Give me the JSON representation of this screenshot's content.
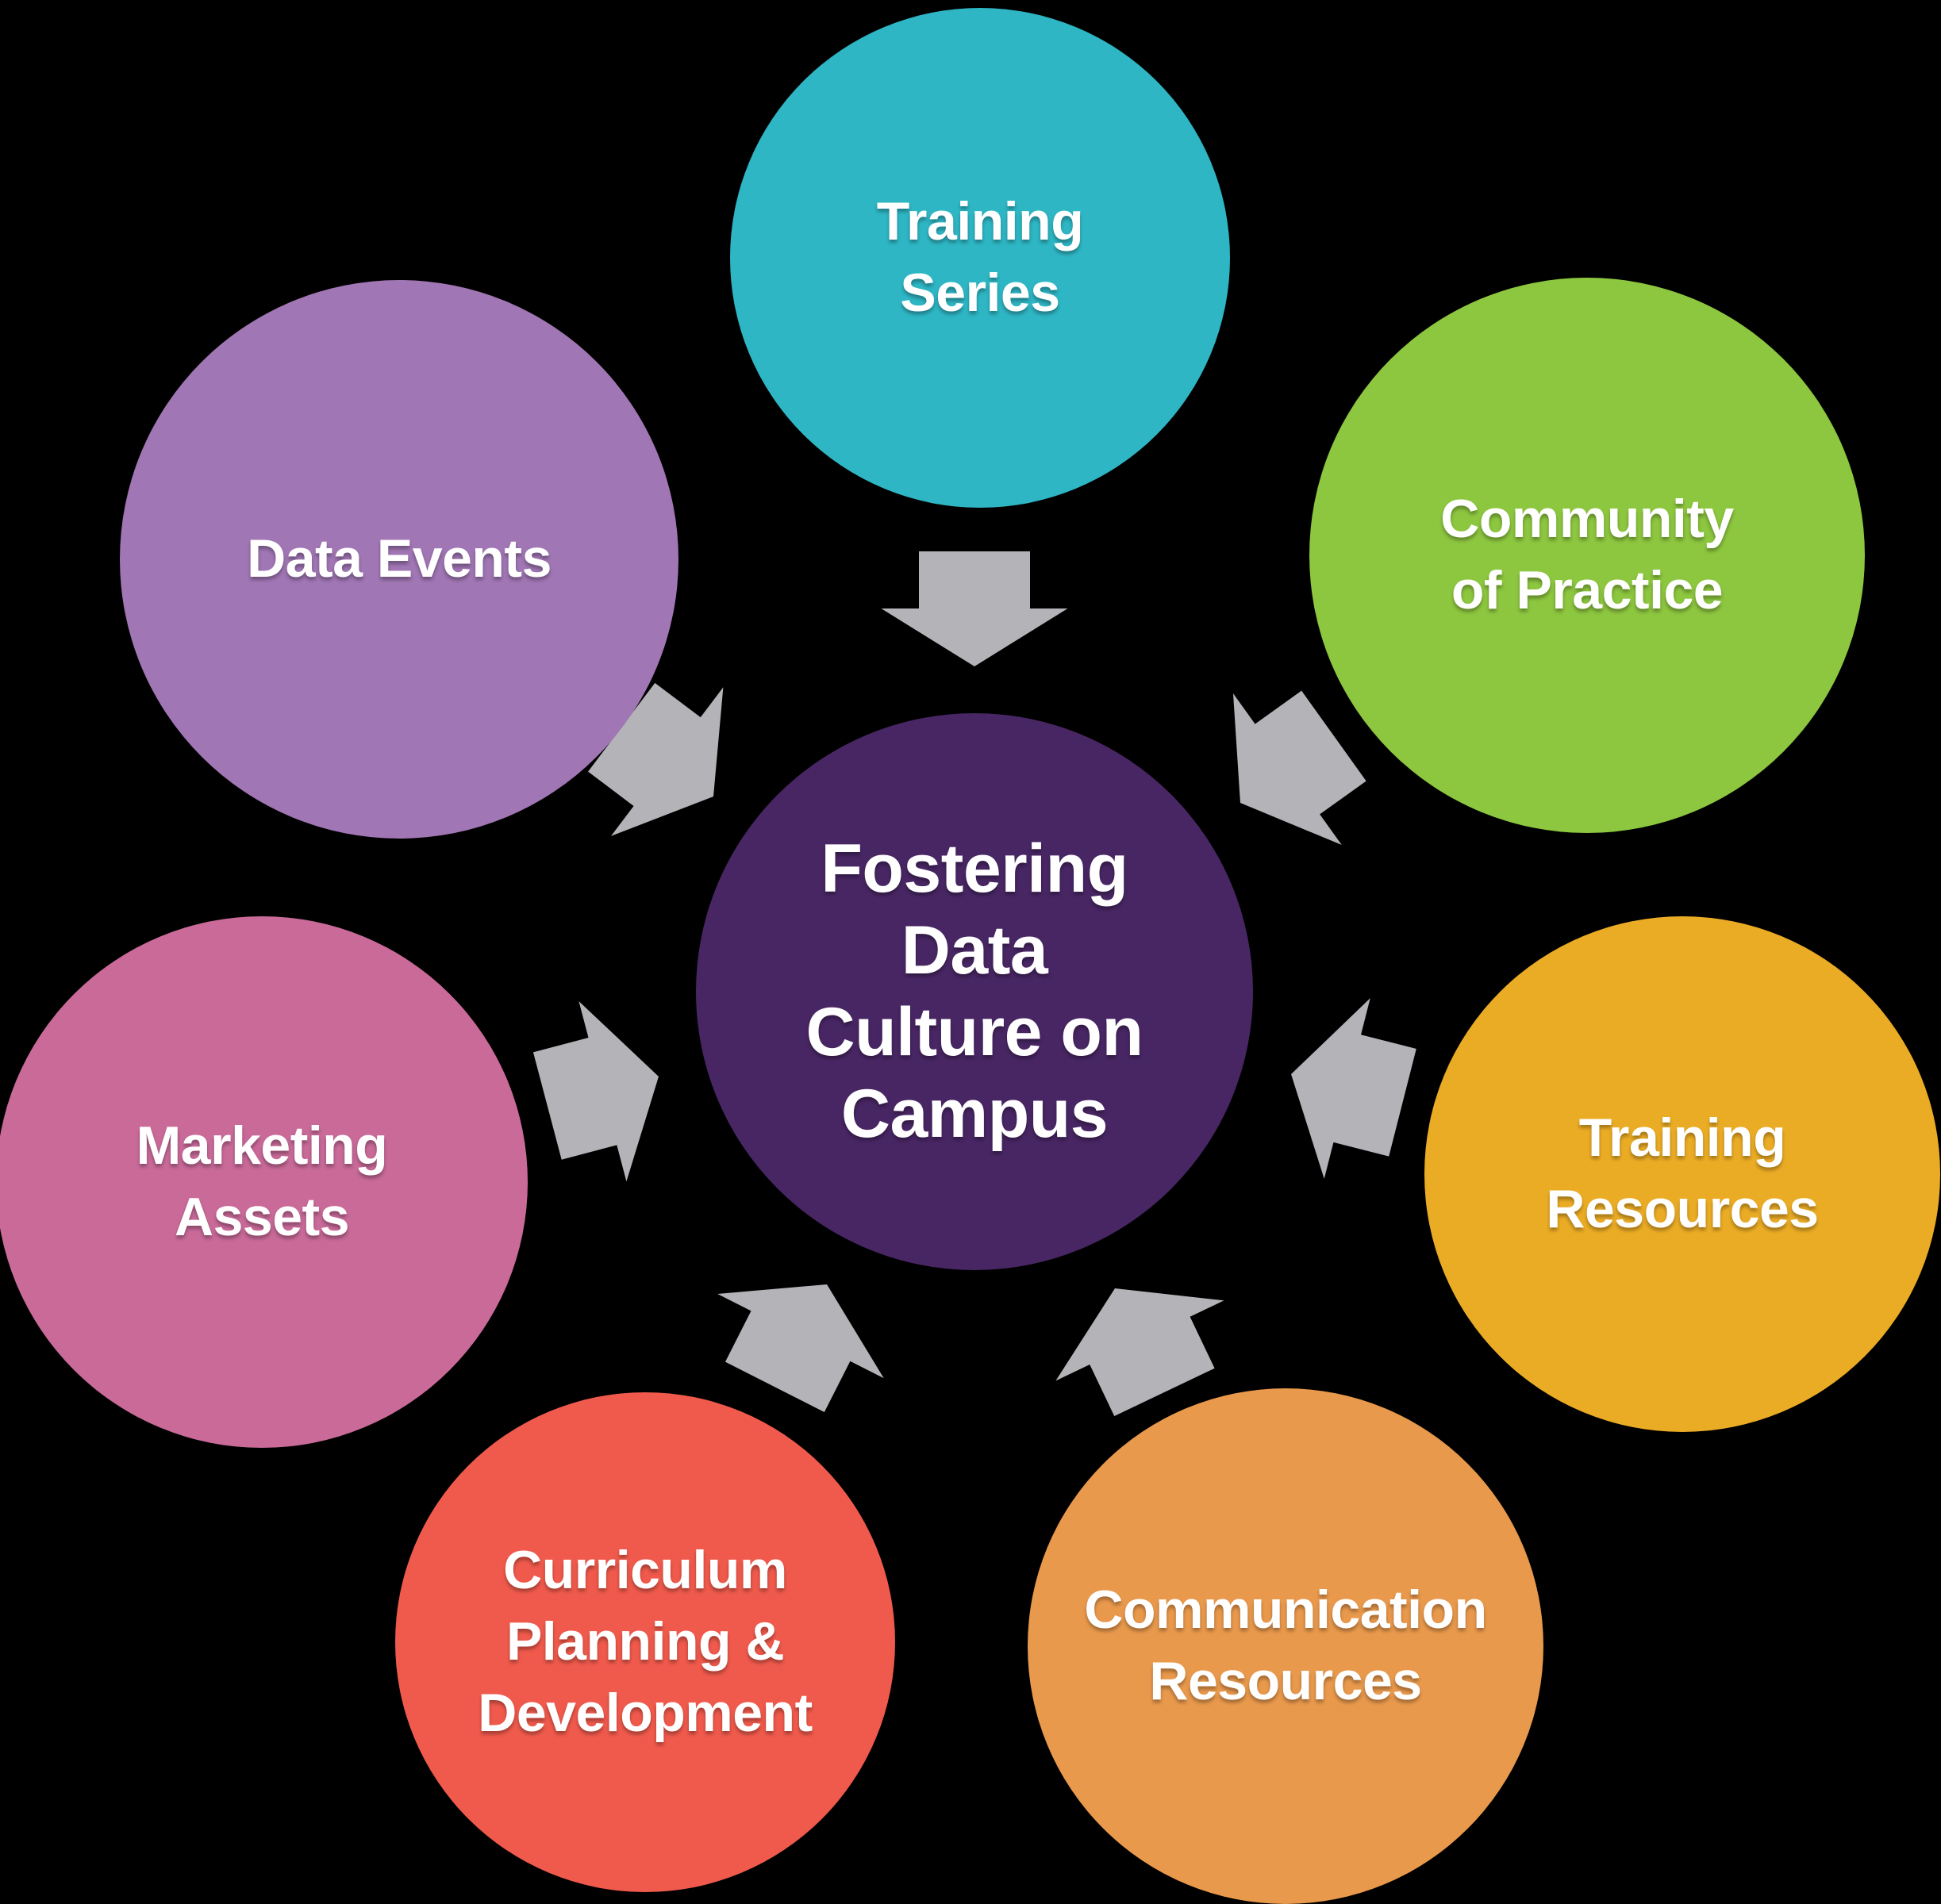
{
  "diagram": {
    "background_color": "#000000",
    "arrow_color": "#B4B3B8",
    "text_color": "#FFFFFF",
    "center": {
      "label": "Fostering\nData\nCulture on\nCampus",
      "color": "#482664"
    },
    "nodes": [
      {
        "id": "training-series",
        "label": "Training\nSeries",
        "color": "#2EB6C4"
      },
      {
        "id": "community-of-practice",
        "label": "Community\nof Practice",
        "color": "#8DC63F"
      },
      {
        "id": "training-resources",
        "label": "Training\nResources",
        "color": "#EBAC25"
      },
      {
        "id": "communication-resources",
        "label": "Communication\nResources",
        "color": "#E9994C"
      },
      {
        "id": "curriculum-planning",
        "label": "Curriculum\nPlanning &\nDevelopment",
        "color": "#F05A4C"
      },
      {
        "id": "marketing-assets",
        "label": "Marketing\nAssets",
        "color": "#C96A99"
      },
      {
        "id": "data-events",
        "label": "Data Events",
        "color": "#A076B4"
      }
    ]
  }
}
